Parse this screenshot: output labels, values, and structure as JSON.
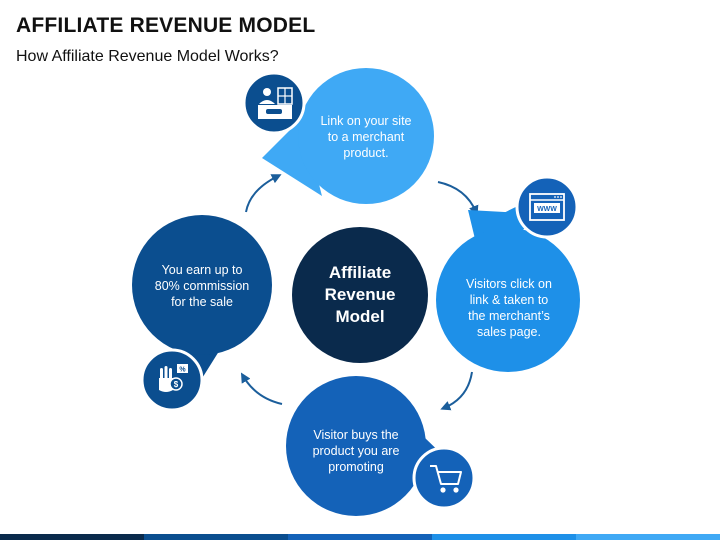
{
  "title": "AFFILIATE REVENUE MODEL",
  "subtitle": "How Affiliate Revenue Model Works?",
  "center": {
    "line1": "Affiliate",
    "line2": "Revenue",
    "line3": "Model"
  },
  "steps": [
    {
      "id": "link",
      "text": "Link on your site to a merchant product.",
      "icon": "affiliate-seller-icon",
      "color": "#3FA9F5"
    },
    {
      "id": "visit",
      "text": "Visitors click on link & taken to the merchant’s sales page.",
      "icon": "www-browser-icon",
      "color": "#1E90E8"
    },
    {
      "id": "buy",
      "text": "Visitor buys the product you are promoting",
      "icon": "shopping-cart-icon",
      "color": "#1462B8"
    },
    {
      "id": "earn",
      "text": "You earn up to 80% commission for the sale",
      "icon": "commission-hand-icon",
      "color": "#0B4E8F"
    }
  ],
  "colors": {
    "center": "#0A2A4C",
    "arrow": "#1B5E9B",
    "bar": [
      "#0A2A4C",
      "#0B4E8F",
      "#1462B8",
      "#1E90E8",
      "#3FA9F5"
    ]
  }
}
